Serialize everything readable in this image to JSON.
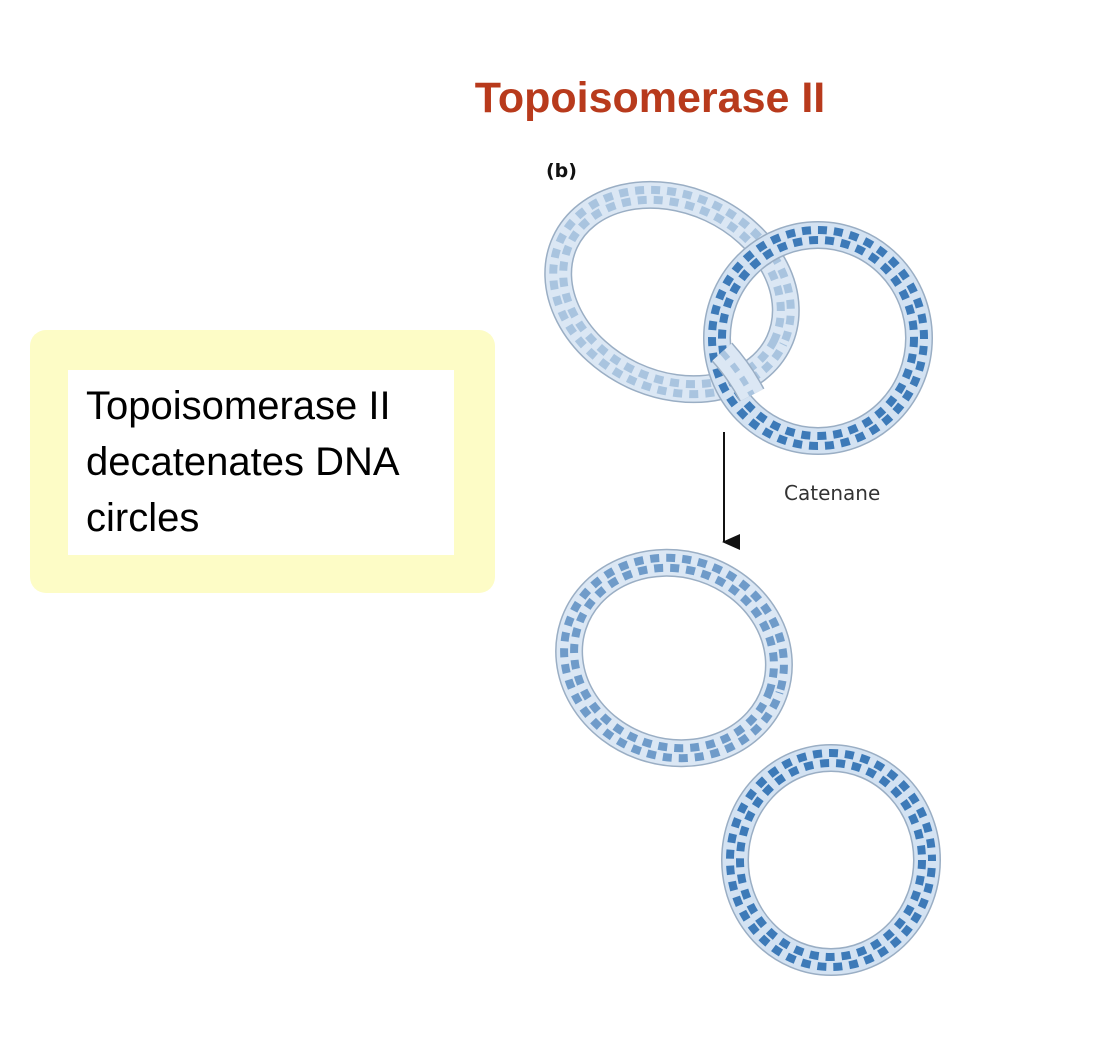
{
  "title": "Topoisomerase II",
  "callout": {
    "text": "Topoisomerase II decatenates DNA circles"
  },
  "figure": {
    "panel_label": "(b)",
    "catenane_label": "Catenane"
  },
  "colors": {
    "title": "#b83a1c",
    "callout_bg": "#fdfcc6",
    "ring_fill": "#d3e2f2",
    "ring_edge": "#9aaec4",
    "helix_strong": "#3d7ab8",
    "helix_light": "#a9c4df"
  }
}
